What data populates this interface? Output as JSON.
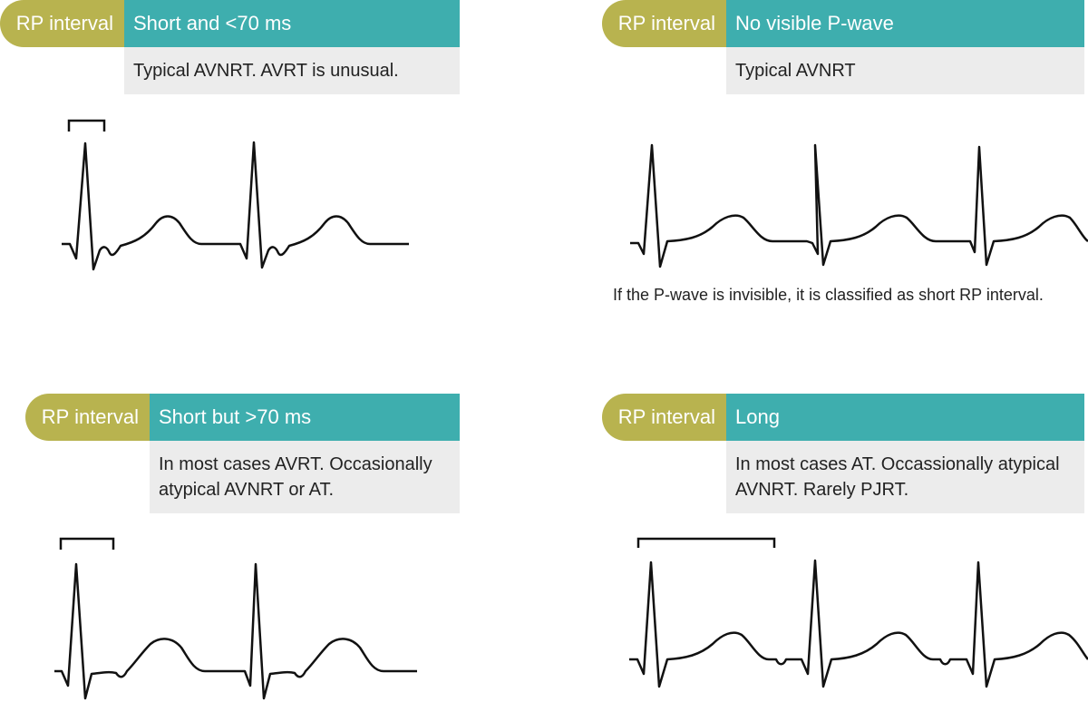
{
  "colors": {
    "label_bg": "#b8b34f",
    "value_bg": "#3eaeae",
    "desc_bg": "#ececec",
    "trace": "#111111"
  },
  "panels": [
    {
      "label": "RP interval",
      "value": "Short and <70 ms",
      "description": "Typical AVNRT. AVRT is unusual.",
      "note": "",
      "bracket": true,
      "p_wave": "early"
    },
    {
      "label": "RP interval",
      "value": "No visible P-wave",
      "description": "Typical AVNRT",
      "note": "If the P-wave is invisible, it is classified as short RP interval.",
      "bracket": false,
      "p_wave": "none"
    },
    {
      "label": "RP interval",
      "value": "Short but >70 ms",
      "description": "In most cases AVRT. Occasionally atypical AVNRT or AT.",
      "note": "",
      "bracket": true,
      "p_wave": "mid"
    },
    {
      "label": "RP interval",
      "value": "Long",
      "description": "In most cases AT. Occassionally atypical AVNRT. Rarely PJRT.",
      "note": "",
      "bracket": true,
      "p_wave": "late"
    }
  ]
}
